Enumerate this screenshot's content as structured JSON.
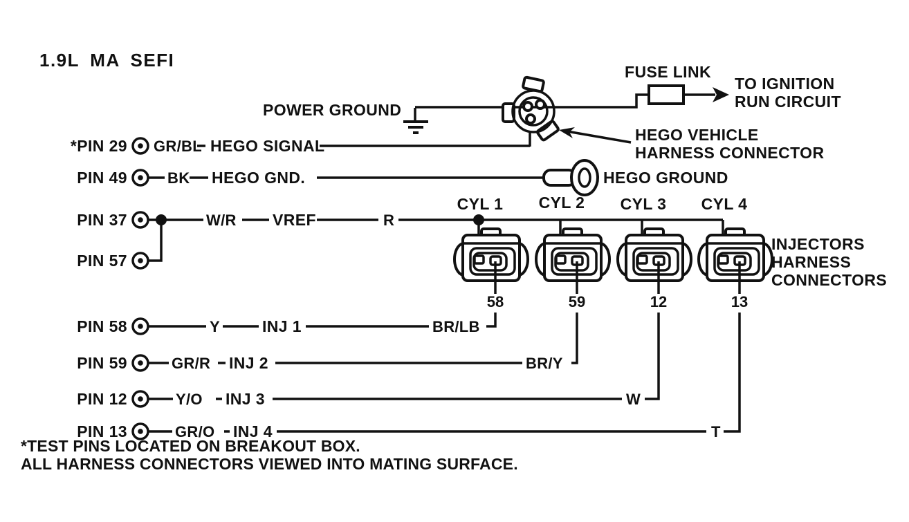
{
  "title": "1.9L MA SEFI",
  "colors": {
    "ink": "#111111",
    "paper": "#ffffff"
  },
  "power": {
    "ground_label": "POWER GROUND",
    "fuse_label": "FUSE LINK",
    "ignition_line1": "TO IGNITION",
    "ignition_line2": "RUN CIRCUIT"
  },
  "hego": {
    "vehicle_line1": "HEGO VEHICLE",
    "vehicle_line2": "HARNESS CONNECTOR",
    "ground_label": "HEGO GROUND"
  },
  "ecu_pins": [
    {
      "label": "*PIN 29",
      "wire": "GR/BL",
      "signal": "HEGO SIGNAL"
    },
    {
      "label": "PIN 49",
      "wire": "BK",
      "signal": "HEGO GND."
    },
    {
      "label": "PIN 37",
      "wire": "W/R",
      "signal": "VREF",
      "wire2": "R"
    },
    {
      "label": "PIN 57"
    },
    {
      "label": "PIN 58",
      "wire": "Y",
      "signal": "INJ 1",
      "wire2": "BR/LB"
    },
    {
      "label": "PIN 59",
      "wire": "GR/R",
      "signal": "INJ 2",
      "wire2": "BR/Y"
    },
    {
      "label": "PIN 12",
      "wire": "Y/O",
      "signal": "INJ 3",
      "wire2": "W"
    },
    {
      "label": "PIN 13",
      "wire": "GR/O",
      "signal": "INJ 4",
      "wire2": "T"
    }
  ],
  "cylinders": [
    {
      "label": "CYL 1",
      "pin_number": "58"
    },
    {
      "label": "CYL 2",
      "pin_number": "59"
    },
    {
      "label": "CYL 3",
      "pin_number": "12"
    },
    {
      "label": "CYL 4",
      "pin_number": "13"
    }
  ],
  "injectors_caption": {
    "line1": "INJECTORS",
    "line2": "HARNESS",
    "line3": "CONNECTORS"
  },
  "footnotes": {
    "line1": "*TEST PINS LOCATED ON BREAKOUT BOX.",
    "line2": "ALL HARNESS CONNECTORS VIEWED INTO MATING SURFACE."
  }
}
